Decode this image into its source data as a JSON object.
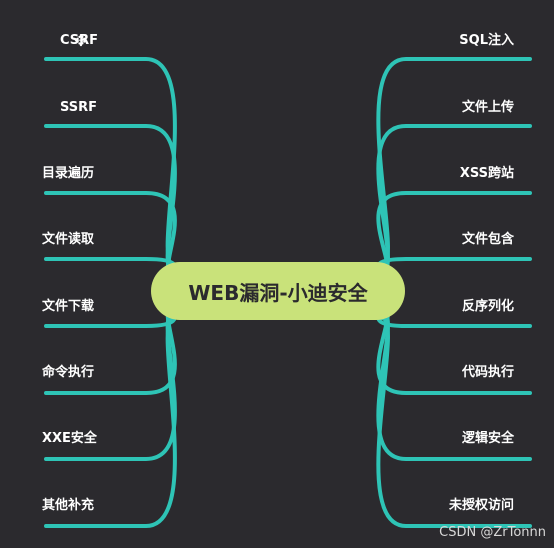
{
  "center": {
    "label": "WEB漏洞-小迪安全",
    "color": "#c9e27a"
  },
  "line_color": "#2ec4b6",
  "left_items": [
    {
      "label": "CSRF"
    },
    {
      "label": "SSRF"
    },
    {
      "label": "目录遍历"
    },
    {
      "label": "文件读取"
    },
    {
      "label": "文件下载"
    },
    {
      "label": "命令执行"
    },
    {
      "label": "XXE安全"
    },
    {
      "label": "其他补充"
    }
  ],
  "right_items": [
    {
      "label": "SQL注入"
    },
    {
      "label": "文件上传"
    },
    {
      "label": "XSS跨站"
    },
    {
      "label": "文件包含"
    },
    {
      "label": "反序列化"
    },
    {
      "label": "代码执行"
    },
    {
      "label": "逻辑安全"
    },
    {
      "label": "未授权访问"
    }
  ],
  "watermark": "CSDN @ZrTonnn",
  "cursor_icon": "move-cursor-icon"
}
